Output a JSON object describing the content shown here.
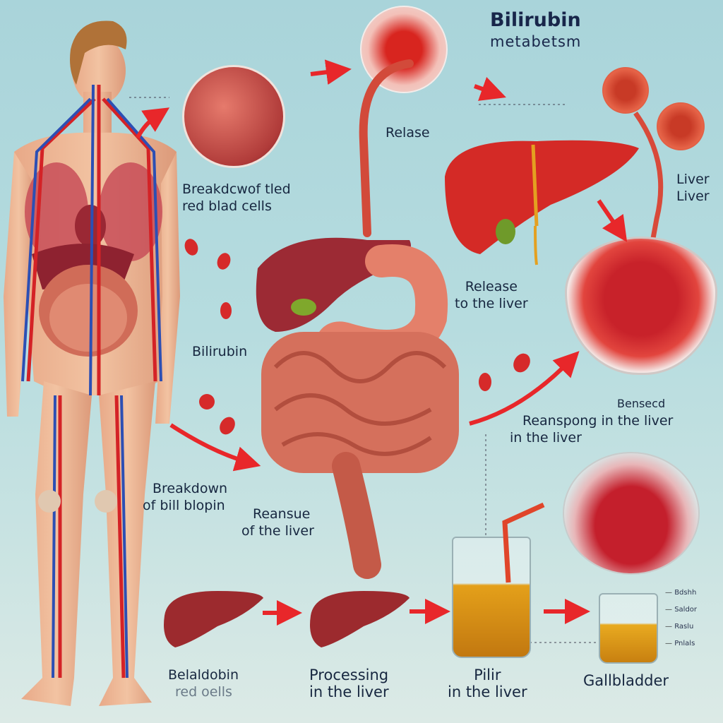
{
  "title": {
    "line1": "Bilirubin",
    "line2": "metabetsm"
  },
  "labels": {
    "breakdown_top": {
      "line1": "Breakdcwof tled",
      "line2": "red blad cells"
    },
    "release_top": "Relase",
    "liver_right": {
      "line1": "Liver",
      "line2": "Liver"
    },
    "release_to_liver": {
      "line1": "Release",
      "line2": "to the liver"
    },
    "bilirubin_mid": "Bilirubin",
    "reabsorb": {
      "line0": "Bensecd",
      "line1": "Reanspong in the liver",
      "line2": "in the liver"
    },
    "breakdown_bottom": {
      "line1": "Breakdown",
      "line2": "of bill blopin"
    },
    "reabsure": {
      "line1": "Reansue",
      "line2": "of the liver"
    }
  },
  "bottom_steps": [
    {
      "line1": "Belaldobin",
      "line2": "red oells",
      "icon": "liver-icon"
    },
    {
      "line1": "Processing",
      "line2": "in the liver",
      "icon": "liver-icon"
    },
    {
      "line1": "Pilir",
      "line2": "in the liver",
      "icon": "beaker-icon"
    },
    {
      "line1": "Gallbladder",
      "line2": "",
      "icon": "cup-icon"
    }
  ],
  "legend_items": [
    "Bdshh",
    "Saldor",
    "Raslu",
    "Pnlals"
  ],
  "colors": {
    "background_top": "#a9d4da",
    "background_bottom": "#dceae6",
    "arrow_red": "#e8272a",
    "liver_dark": "#9c2a2e",
    "liver_bright": "#d42a26",
    "intestine": "#d9735c",
    "bile_yellow": "#e3a21a",
    "text": "#172740"
  }
}
